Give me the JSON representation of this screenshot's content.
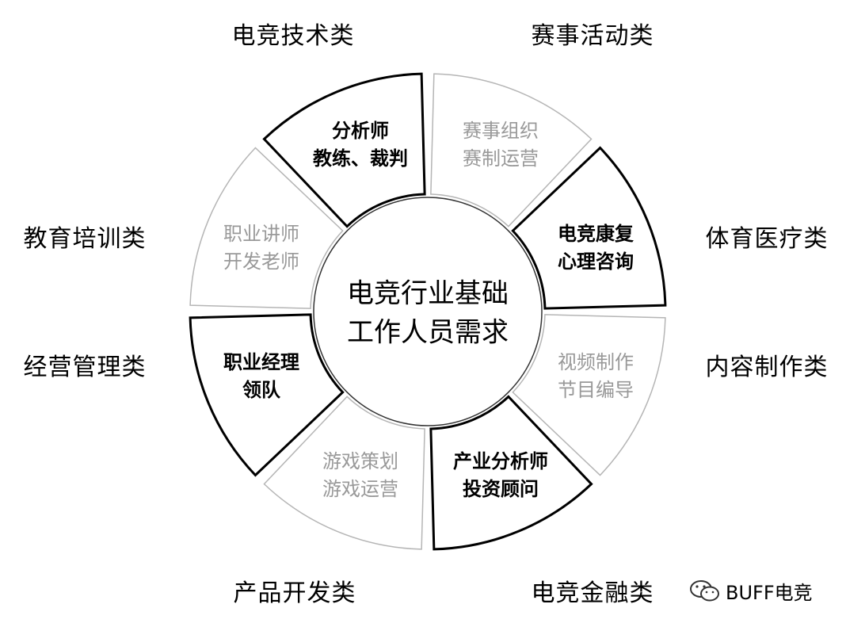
{
  "center": {
    "line1": "电竞行业基础",
    "line2": "工作人员需求"
  },
  "categories": {
    "tech": "电竞技术类",
    "events": "赛事活动类",
    "medical": "体育医疗类",
    "content": "内容制作类",
    "finance": "电竞金融类",
    "product": "产品开发类",
    "management": "经营管理类",
    "education": "教育培训类"
  },
  "segments": {
    "tech": {
      "line1": "分析师",
      "line2": "教练、裁判"
    },
    "events": {
      "line1": "赛事组织",
      "line2": "赛制运营"
    },
    "medical": {
      "line1": "电竞康复",
      "line2": "心理咨询"
    },
    "content": {
      "line1": "视频制作",
      "line2": "节目编导"
    },
    "finance": {
      "line1": "产业分析师",
      "line2": "投资顾问"
    },
    "product": {
      "line1": "游戏策划",
      "line2": "游戏运营"
    },
    "management": {
      "line1": "职业经理",
      "line2": "领队"
    },
    "education": {
      "line1": "职业讲师",
      "line2": "开发老师"
    }
  },
  "watermark": {
    "text": "BUFF电竞",
    "icon": "wechat-icon"
  }
}
